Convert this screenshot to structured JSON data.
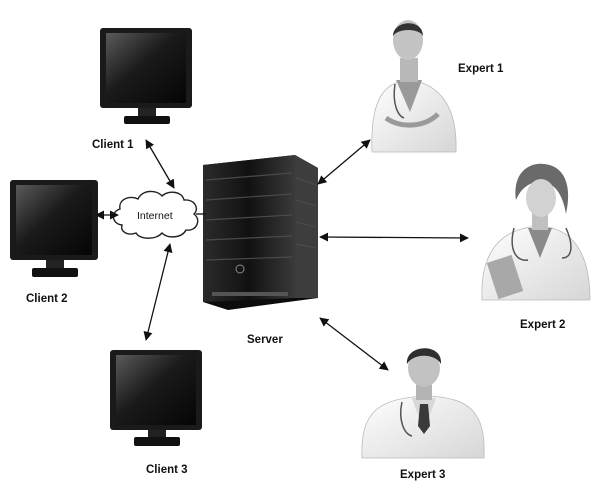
{
  "labels": {
    "client1": "Client 1",
    "client2": "Client 2",
    "client3": "Client 3",
    "internet": "Internet",
    "server": "Server",
    "expert1": "Expert 1",
    "expert2": "Expert 2",
    "expert3": "Expert 3"
  }
}
